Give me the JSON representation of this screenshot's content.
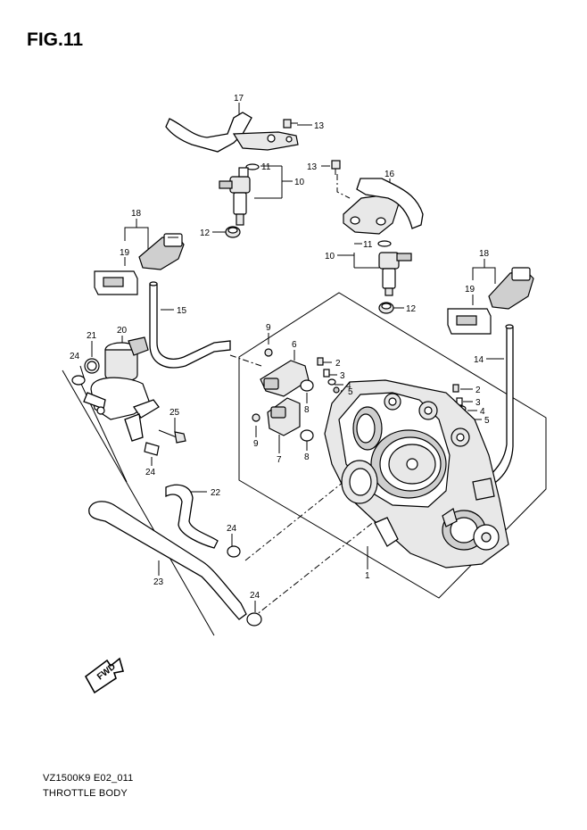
{
  "figure": {
    "title": "FIG.11",
    "code": "VZ1500K9  E02_011",
    "name": "THROTTLE BODY",
    "fwd_label": "FWD"
  },
  "callouts": [
    {
      "id": "c17",
      "label": "17"
    },
    {
      "id": "c13a",
      "label": "13"
    },
    {
      "id": "c11a",
      "label": "11"
    },
    {
      "id": "c10a",
      "label": "10"
    },
    {
      "id": "c12a",
      "label": "12"
    },
    {
      "id": "c13b",
      "label": "13"
    },
    {
      "id": "c16",
      "label": "16"
    },
    {
      "id": "c11b",
      "label": "11"
    },
    {
      "id": "c10b",
      "label": "10"
    },
    {
      "id": "c12b",
      "label": "12"
    },
    {
      "id": "c18a",
      "label": "18"
    },
    {
      "id": "c19a",
      "label": "19"
    },
    {
      "id": "c15",
      "label": "15"
    },
    {
      "id": "c18b",
      "label": "18"
    },
    {
      "id": "c19b",
      "label": "19"
    },
    {
      "id": "c20",
      "label": "20"
    },
    {
      "id": "c21",
      "label": "21"
    },
    {
      "id": "c24a",
      "label": "24"
    },
    {
      "id": "c25",
      "label": "25"
    },
    {
      "id": "c24b",
      "label": "24"
    },
    {
      "id": "c22",
      "label": "22"
    },
    {
      "id": "c24c",
      "label": "24"
    },
    {
      "id": "c23",
      "label": "23"
    },
    {
      "id": "c24d",
      "label": "24"
    },
    {
      "id": "c9a",
      "label": "9"
    },
    {
      "id": "c6",
      "label": "6"
    },
    {
      "id": "c2a",
      "label": "2"
    },
    {
      "id": "c3a",
      "label": "3"
    },
    {
      "id": "c4a",
      "label": "4"
    },
    {
      "id": "c5a",
      "label": "5"
    },
    {
      "id": "c8a",
      "label": "8"
    },
    {
      "id": "c9b",
      "label": "9"
    },
    {
      "id": "c7",
      "label": "7"
    },
    {
      "id": "c8b",
      "label": "8"
    },
    {
      "id": "c14",
      "label": "14"
    },
    {
      "id": "c2b",
      "label": "2"
    },
    {
      "id": "c3b",
      "label": "3"
    },
    {
      "id": "c4b",
      "label": "4"
    },
    {
      "id": "c5b",
      "label": "5"
    },
    {
      "id": "c1",
      "label": "1"
    }
  ]
}
